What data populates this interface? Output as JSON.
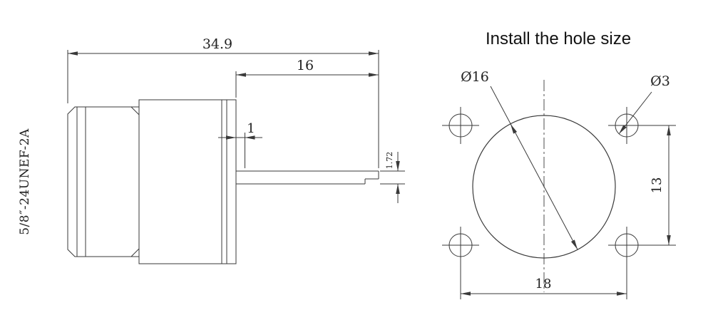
{
  "page": {
    "background": "#ffffff"
  },
  "colors": {
    "line": "#3a3a3a",
    "text": "#222222",
    "title": "#111111"
  },
  "drawing": {
    "title": "Install the hole size",
    "side_view": {
      "thread_label": "5/8″-24UNEF-2A",
      "dim_overall_length": "34.9",
      "dim_tab_length": "16",
      "dim_offset": "1",
      "dim_tab_thickness": "1.72"
    },
    "hole_view": {
      "dim_center_hole_diameter": "Ø16",
      "dim_mount_hole_diameter": "Ø3",
      "dim_hole_vertical_spacing": "13",
      "dim_hole_horizontal_spacing": "18"
    }
  }
}
